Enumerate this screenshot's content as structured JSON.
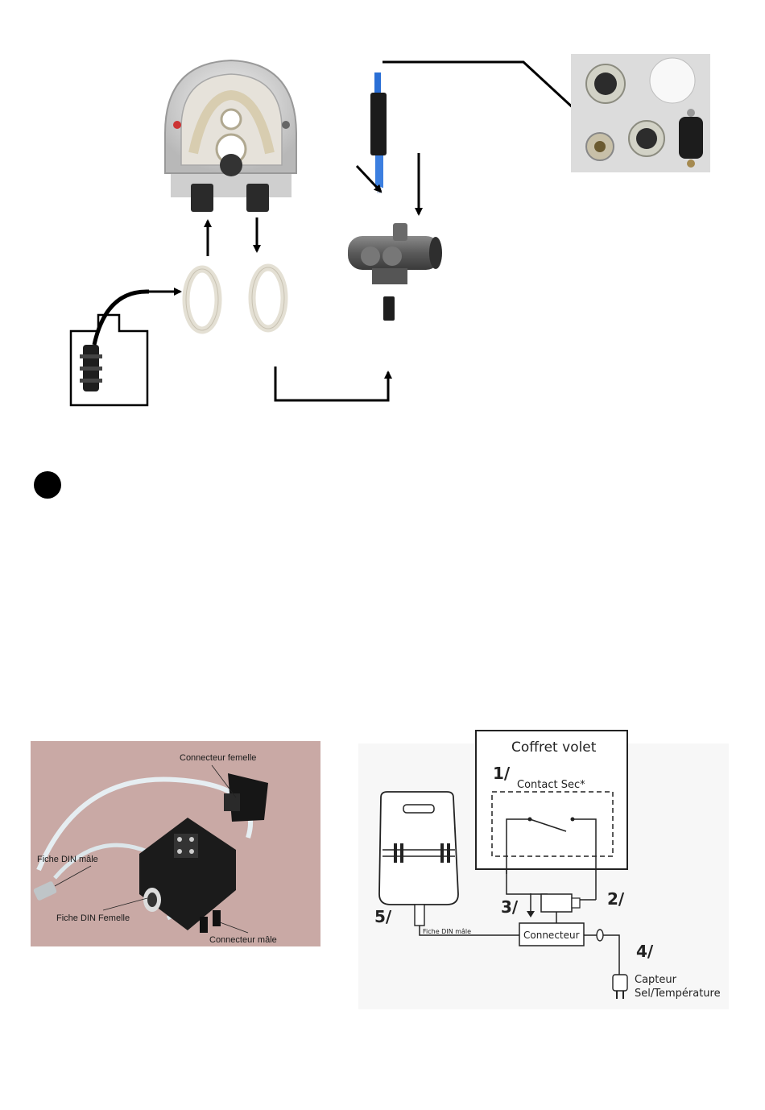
{
  "photo_labels": {
    "female_connector": "Connecteur femelle",
    "din_male": "Fiche DIN mâle",
    "din_female": "Fiche DIN Femelle",
    "male_connector": "Connecteur mâle"
  },
  "wiring": {
    "box_title": "Coffret volet",
    "step1": "1/",
    "contact": "Contact Sec*",
    "step2": "2/",
    "step3": "3/",
    "step4": "4/",
    "step5": "5/",
    "din_plug": "Fiche DIN mâle",
    "connector": "Connecteur",
    "sensor_line1": "Capteur",
    "sensor_line2": "Sel/Température"
  }
}
